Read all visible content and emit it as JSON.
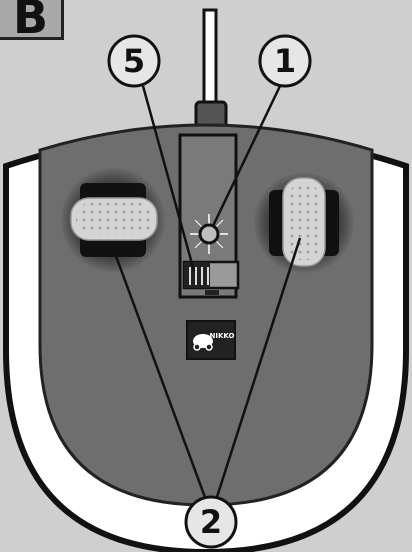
{
  "section_label": "B",
  "callouts": {
    "on_off_switch": "5",
    "indicator_light": "1",
    "control_sticks": "2"
  },
  "logo_text": "NIKKO",
  "colors": {
    "background": "#cfcfcf",
    "body_outline": "#111111",
    "face": "#6e6e6e",
    "rim": "#ffffff",
    "badge": "#a9a9a9",
    "callout_circle": "#e6e6e6"
  }
}
